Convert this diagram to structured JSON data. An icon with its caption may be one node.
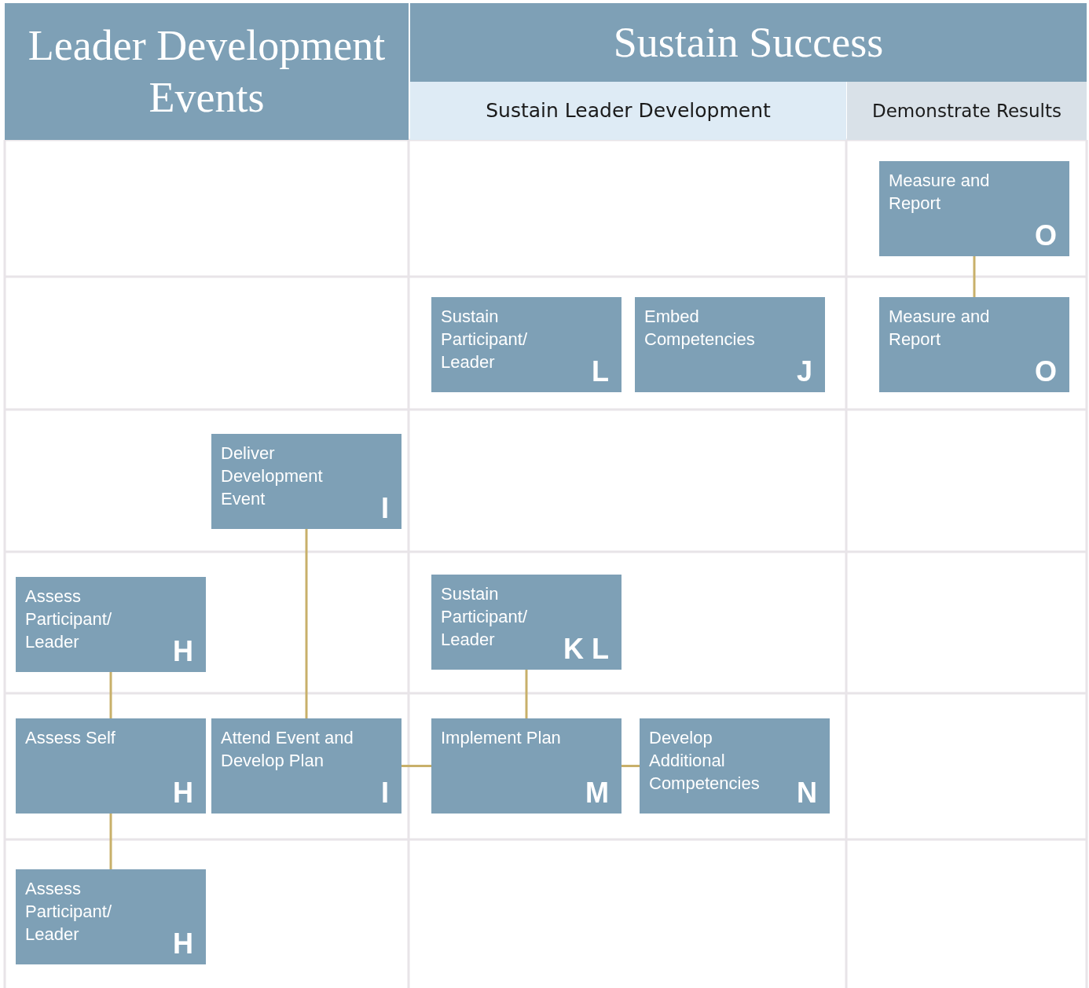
{
  "diagram": {
    "nodes": [
      {
        "text": [
          "Leader Development Events"
        ]
      },
      {
        "text": [
          "Sustain Success"
        ]
      },
      {
        "text": [
          "Sustain Leader Development"
        ]
      },
      {
        "text": [
          "Demonstrate Results"
        ]
      },
      {
        "text": [
          "Measure and Report",
          "O"
        ]
      },
      {
        "text": [
          "Sustain Participant/ Leader",
          "L"
        ]
      },
      {
        "text": [
          "Embed Competencies",
          "J"
        ]
      },
      {
        "text": [
          "Measure and Report",
          "O"
        ]
      },
      {
        "text": [
          "Deliver Development Event",
          "I"
        ]
      },
      {
        "text": [
          "Assess Participant/ Leader",
          "H"
        ]
      },
      {
        "text": [
          "Sustain Participant/ Leader",
          "K L"
        ]
      },
      {
        "text": [
          "Assess Self",
          "H"
        ]
      },
      {
        "text": [
          "Attend Event and Develop Plan",
          "I"
        ]
      },
      {
        "text": [
          "Implement Plan",
          "M"
        ]
      },
      {
        "text": [
          "Develop Additional Competencies",
          "N"
        ]
      },
      {
        "text": [
          "Assess Participant/ Leader",
          "H"
        ]
      }
    ],
    "edges": [
      {
        "from": 4,
        "to": 7,
        "arrow": "none"
      },
      {
        "from": 9,
        "to": 11,
        "arrow": "none"
      },
      {
        "from": 8,
        "to": 12,
        "arrow": "none"
      },
      {
        "from": 11,
        "to": 15,
        "arrow": "none"
      },
      {
        "from": 10,
        "to": 13,
        "arrow": "none"
      },
      {
        "from": 12,
        "to": 13,
        "arrow": "none"
      },
      {
        "from": 13,
        "to": 14,
        "arrow": "none"
      }
    ]
  }
}
